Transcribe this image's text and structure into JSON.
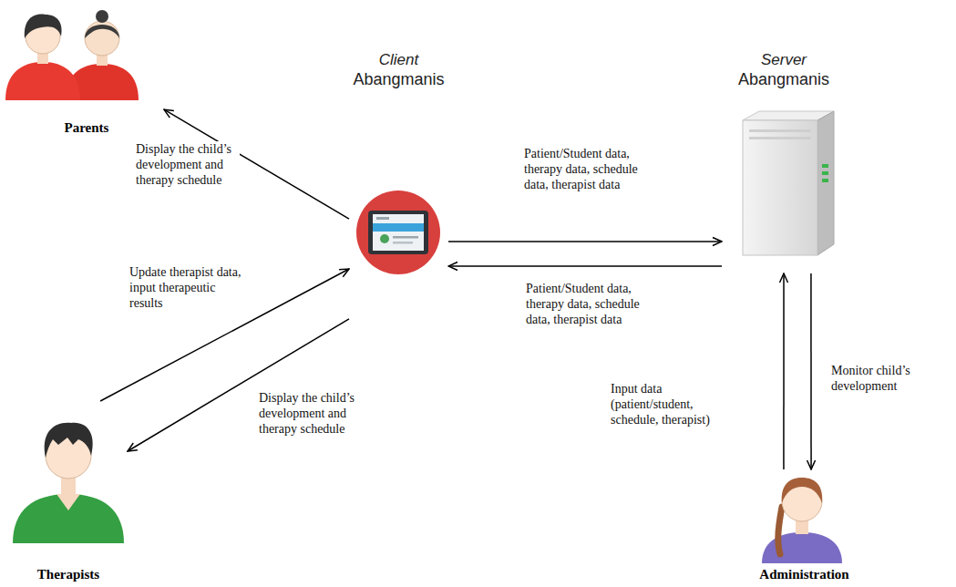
{
  "diagram": {
    "nodes": [
      {
        "text": [
          "Parents"
        ]
      },
      {
        "text": [
          "Client",
          "Abangmanis"
        ]
      },
      {
        "text": [
          "Server",
          "Abangmanis"
        ]
      },
      {
        "text": [
          "Therapists"
        ]
      },
      {
        "text": [
          "Administration"
        ]
      }
    ],
    "edges": [
      {
        "from": 1,
        "to": 0,
        "arrow": "to",
        "label": "Display the child’s development and therapy schedule"
      },
      {
        "from": 1,
        "to": 2,
        "arrow": "to",
        "label": "Patient/Student data, therapy data, schedule data, therapist data"
      },
      {
        "from": 2,
        "to": 1,
        "arrow": "to",
        "label": "Patient/Student data, therapy data, schedule data, therapist data"
      },
      {
        "from": 3,
        "to": 1,
        "arrow": "to",
        "label": "Update therapist data, input therapeutic results"
      },
      {
        "from": 1,
        "to": 3,
        "arrow": "to",
        "label": "Display the child’s development and therapy schedule"
      },
      {
        "from": 4,
        "to": 2,
        "arrow": "to",
        "label": "Input data (patient/student, schedule, therapist)"
      },
      {
        "from": 2,
        "to": 4,
        "arrow": "to",
        "label": "Monitor child’s development"
      }
    ]
  }
}
